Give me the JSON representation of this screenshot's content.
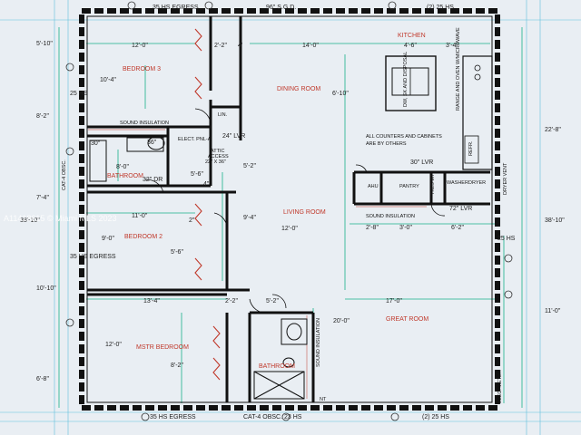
{
  "watermark": "A11418615 © Miami MLS 2023",
  "rooms": {
    "bedroom3": "BEDROOM 3",
    "dining": "DINING ROOM",
    "kitchen": "KITCHEN",
    "bathroom_top": "BATHROOM",
    "living": "LIVING ROOM",
    "bedroom2": "BEDROOM 2",
    "great": "GREAT ROOM",
    "master": "MSTR BEDROOM",
    "bathroom_bottom": "BATHROOM"
  },
  "dims": {
    "top_left": "35 HS EGRESS",
    "top_sgd": "96\" S.G.D.",
    "top_right": "(2) 25 HS",
    "bed3_width": "12'-0\"",
    "dining_width": "14'-0\"",
    "kitchen_a": "4'-6\"",
    "kitchen_b": "3'-4\"",
    "closet_a": "2'-2\"",
    "closet_b": "4'",
    "bed3_depth": "10'-4\"",
    "dining_depth": "6'-10\"",
    "left_total": "5'-10\"",
    "left_b": "8'-2\"",
    "left_c": "7'-4\"",
    "left_d": "10'-10\"",
    "left_e": "6'-8\"",
    "left_full": "38'-10\"",
    "right_full": "38'-10\"",
    "right_a": "22'-8\"",
    "right_b": "11'-0\"",
    "bath_w": "8'-0\"",
    "bath_x": "5'-6\"",
    "bath_y": "5'-2\"",
    "living_w": "12'-0\"",
    "living_d": "9'-4\"",
    "bed2_w": "11'-0\"",
    "bed2_d": "9'-0\"",
    "bed2_x": "5'-6\"",
    "ahu_a": "2'-8\"",
    "ahu_b": "3'-0\"",
    "ahu_c": "6'-2\"",
    "master_w": "13'-4\"",
    "great_w": "17'-0\"",
    "great_d": "20'-0\"",
    "master_d": "12'-0\"",
    "master_x": "8'-2\"",
    "hall_a": "2'-2\"",
    "hall_b": "5'-2\"",
    "lvr_24": "24\" LVR",
    "lvr_30": "30\" LVR",
    "lvr_72": "72\" LVR",
    "dr_32": "32\" DR",
    "dr_30": "30\"",
    "dr_36": "36\"",
    "bottom_left": "35 HS EGRESS",
    "bottom_mid": "CAT-4 OBSC. 23 HS",
    "bottom_right": "(2) 25 HS",
    "left_window": "25 HS",
    "left_window2": "35 HS EGRESS",
    "right_window": "25 HS",
    "small_4": "4\"",
    "small_2": "2\""
  },
  "notes": {
    "sound1": "SOUND INSULATION",
    "sound2": "SOUND INSULATION",
    "sound3": "SOUND INSULATION",
    "elect": "ELECT. PNL-A",
    "attic1": "ATTIC",
    "attic2": "ACCESS",
    "attic3": "22\" X 36\"",
    "counters1": "ALL COUNTERS AND CABINETS",
    "counters2": "ARE BY OTHERS",
    "dw": "DW, SK AND DISPOSAL",
    "range": "RANGE AND OVEN W/MICROWAVE",
    "refr": "REFR.",
    "dryer_vent": "DRYER VENT",
    "lin": "LIN.",
    "cat": "CAT-4 OBSC.",
    "elec_meter": "ELEC. METER"
  },
  "tags": {
    "ahu": "AHU",
    "pantry": "PANTRY",
    "tankless": "TKLS WH",
    "washer": "WASHER",
    "dryer": "DRYER",
    "nt": "NT"
  },
  "colors": {
    "wall": "#111111",
    "dim_line": "#18b08a",
    "grid": "#3fb6d8",
    "room_text": "#c0392b",
    "background": "#e9eef3"
  }
}
